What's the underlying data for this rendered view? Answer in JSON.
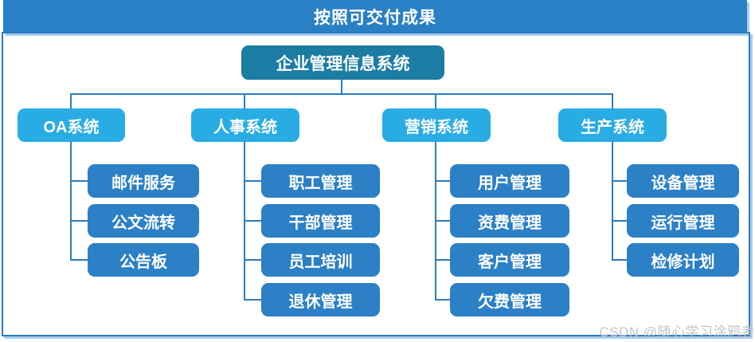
{
  "title": "按照可交付成果",
  "watermark": "CSDN @随心学习涂鸦者",
  "colors": {
    "title_bar": "#2980c5",
    "root_node": "#1b7ca4",
    "level2_node": "#29ace4",
    "level3_node": "#2b80c6",
    "connector": "#2e7cc0",
    "frame_border": "#2e7cc0",
    "frame_shadow": "#aacdec",
    "node_text": "#ffffff",
    "watermark_text": "#c6c6c6"
  },
  "tree": {
    "root": {
      "label": "企业管理信息系统"
    },
    "branches": [
      {
        "label": "OA系统",
        "children": [
          "邮件服务",
          "公文流转",
          "公告板"
        ]
      },
      {
        "label": "人事系统",
        "children": [
          "职工管理",
          "干部管理",
          "员工培训",
          "退休管理"
        ]
      },
      {
        "label": "营销系统",
        "children": [
          "用户管理",
          "资费管理",
          "客户管理",
          "欠费管理"
        ]
      },
      {
        "label": "生产系统",
        "children": [
          "设备管理",
          "运行管理",
          "检修计划"
        ]
      }
    ]
  }
}
